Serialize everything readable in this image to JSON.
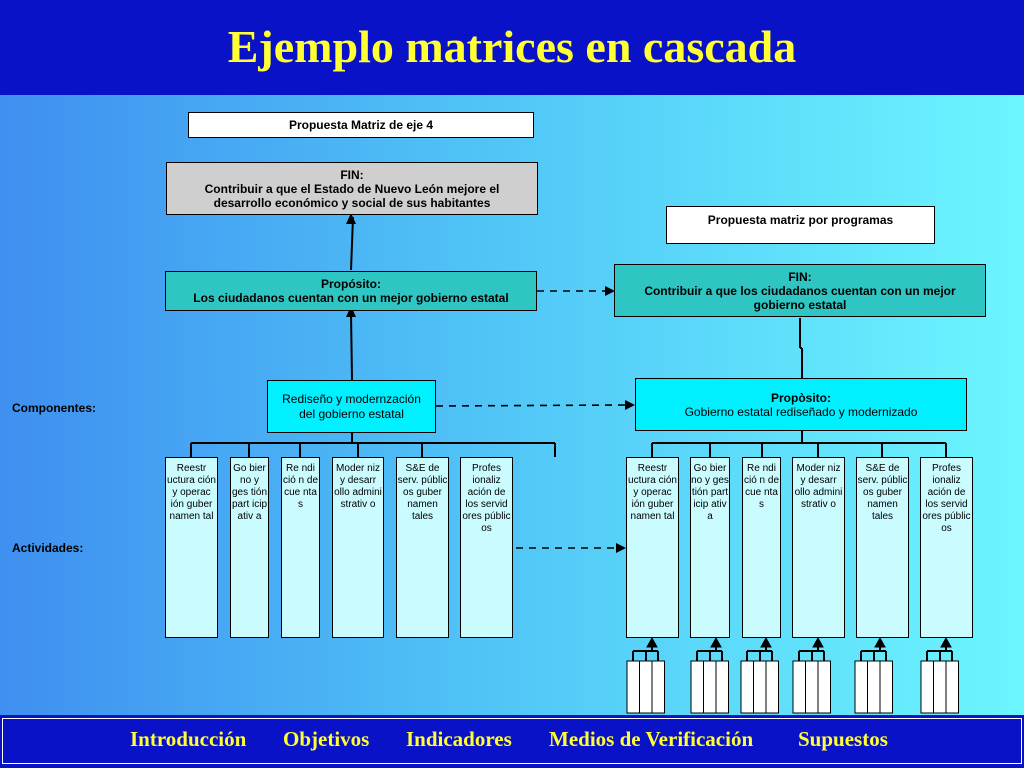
{
  "title": "Ejemplo matrices en cascada",
  "left": {
    "heading": "Propuesta Matriz de eje 4",
    "fin_label": "FIN:",
    "fin_text": "Contribuir a que el Estado de Nuevo León mejore el desarrollo  económico y social de sus habitantes",
    "proposito_label": "Propósito:",
    "proposito_text": "Los ciudadanos cuentan con un mejor gobierno estatal",
    "componente_text": "Rediseño y modernzación del gobierno estatal",
    "activities": [
      "Reestr uctura ción y operac ión guber namen tal",
      "Go bier no y ges tión part icip ativ a",
      "Re ndi ció n de cue nta s",
      "Moder niz y desarr ollo admini strativ o",
      "S&E de serv. públic os guber namen tales",
      "Profes ionaliz ación de los servid ores públic os"
    ]
  },
  "right": {
    "heading": "Propuesta matriz por programas",
    "fin_label": "FIN:",
    "fin_text": "Contribuir a que los ciudadanos cuentan con un mejor gobierno estatal",
    "proposito_label": "Propòsito:",
    "proposito_text": "Gobierno estatal rediseñado y modernizado",
    "activities": [
      "Reestr uctura ción y operac ión guber namen tal",
      "Go bier no y ges tión part icip ativ a",
      "Re ndi ció n de cue nta s",
      "Moder niz y desarr ollo admini strativ o",
      "S&E de serv. públic os guber namen tales",
      "Profes ionaliz ación de los servid ores públic os"
    ]
  },
  "labels": {
    "componentes": "Componentes:",
    "actividades": "Actividades:"
  },
  "nav": [
    "Introducción",
    "Objetivos",
    "Indicadores",
    "Medios de Verificación",
    "Supuestos"
  ]
}
